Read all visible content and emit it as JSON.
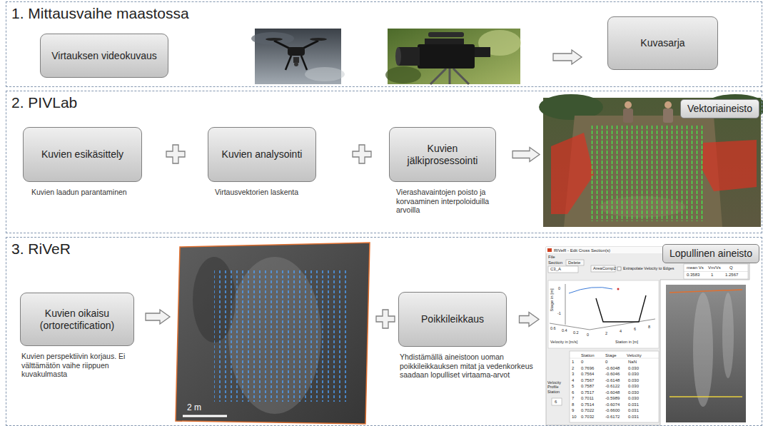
{
  "diagram": {
    "nodes": [
      {
        "text": [
          "1. Mittausvaihe maastossa"
        ]
      },
      {
        "text": [
          "Virtauksen videokuvaus"
        ],
        "in": 0
      },
      {
        "text": [
          "Kuvasarja"
        ],
        "in": 0
      },
      {
        "text": [
          "2. PIVLab"
        ]
      },
      {
        "text": [
          "Kuvien esikäsittely",
          "Kuvien laadun parantaminen"
        ],
        "in": 3
      },
      {
        "text": [
          "Kuvien analysointi",
          "Virtausvektorien laskenta"
        ],
        "in": 3
      },
      {
        "text": [
          "Kuvien jälkiprosessointi",
          "Vierashavaintojen poisto ja korvaaminen interpoloiduilla arvoilla"
        ],
        "in": 3
      },
      {
        "text": [
          "Vektoriaineisto"
        ],
        "in": 3
      },
      {
        "text": [
          "3. RiVeR"
        ]
      },
      {
        "text": [
          "Kuvien oikaisu (ortorectification)",
          "Kuvien perspektiivin korjaus. Ei välttämätön vaihe riippuen kuvakulmasta"
        ],
        "in": 8
      },
      {
        "text": [
          "Poikkileikkaus",
          "Yhdistämällä aineistoon uoman poikkileikkauksen mitat ja vedenkorkeus saadaan lopulliset virtaama-arvot"
        ],
        "in": 8
      },
      {
        "text": [
          "Lopullinen aineisto"
        ],
        "in": 8
      }
    ],
    "edges": [
      {
        "from": 6,
        "to": 7,
        "arrow": "to"
      },
      {
        "from": 10,
        "to": 11,
        "arrow": "to"
      }
    ],
    "labels": [
      "2 m",
      "RIVeR - Edit Cross Section(s)",
      "File",
      "Section",
      "Delete",
      "C3_A",
      "AreaComp2",
      "Extrapolate Velocity to Edges",
      "mean Vs",
      "Vm/Vs",
      "Q",
      "0.3583",
      "1",
      "1.2567",
      "Stage in [m]",
      "0",
      "-1",
      "0.6",
      "0.4",
      "0.2",
      "0",
      "2",
      "4",
      "6",
      "8",
      "Velocity in [m/s]",
      "Station in [m]",
      "Velocity Profile Station",
      "6",
      "Station",
      "Stage",
      "Velocity",
      "1",
      "0",
      "0",
      "NaN",
      "2",
      "0.7696",
      "-0.6048",
      "0.030",
      "3",
      "0.7564",
      "-0.6046",
      "0.030",
      "4",
      "0.7567",
      "-0.6148",
      "0.030",
      "5",
      "0.7587",
      "-0.6122",
      "0.030",
      "6",
      "0.7517",
      "-0.6048",
      "0.030",
      "7",
      "0.7011",
      "-0.5989",
      "0.030",
      "8",
      "0.7514",
      "-0.6074",
      "0.031",
      "9",
      "0.7022",
      "-0.6600",
      "0.031",
      "10",
      "0.7032",
      "-0.6172",
      "0.031"
    ]
  }
}
